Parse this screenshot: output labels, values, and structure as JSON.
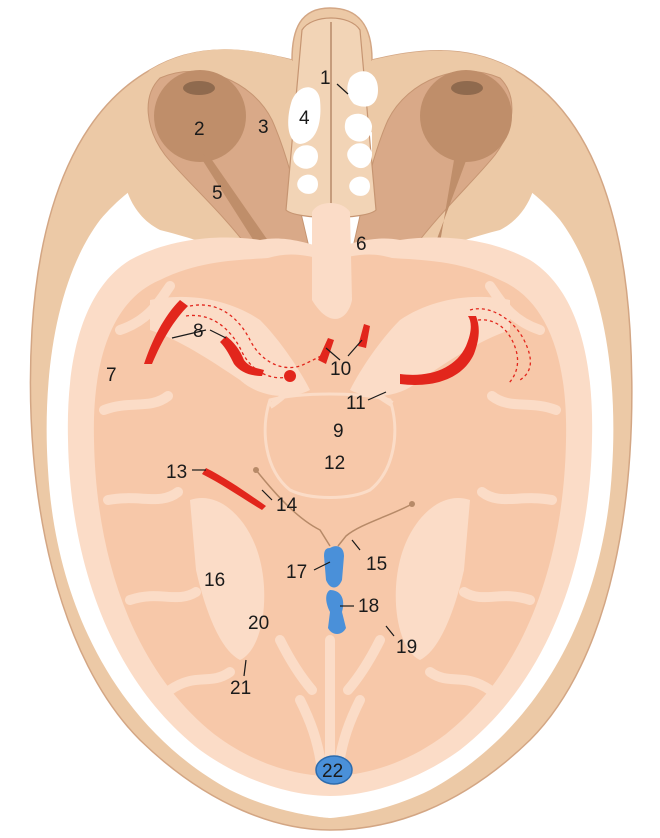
{
  "labels": [
    {
      "id": "l1",
      "text": "1"
    },
    {
      "id": "l2",
      "text": "2"
    },
    {
      "id": "l3",
      "text": "3"
    },
    {
      "id": "l4",
      "text": "4"
    },
    {
      "id": "l5",
      "text": "5"
    },
    {
      "id": "l6",
      "text": "6"
    },
    {
      "id": "l7",
      "text": "7"
    },
    {
      "id": "l8",
      "text": "8"
    },
    {
      "id": "l9",
      "text": "9"
    },
    {
      "id": "l10",
      "text": "10"
    },
    {
      "id": "l11",
      "text": "11"
    },
    {
      "id": "l12",
      "text": "12"
    },
    {
      "id": "l13",
      "text": "13"
    },
    {
      "id": "l14",
      "text": "14"
    },
    {
      "id": "l15",
      "text": "15"
    },
    {
      "id": "l16",
      "text": "16"
    },
    {
      "id": "l17",
      "text": "17"
    },
    {
      "id": "l18",
      "text": "18"
    },
    {
      "id": "l19",
      "text": "19"
    },
    {
      "id": "l20",
      "text": "20"
    },
    {
      "id": "l21",
      "text": "21"
    },
    {
      "id": "l22",
      "text": "22"
    }
  ],
  "colors": {
    "skull": "#ecc9a6",
    "orbit": "#d9a988",
    "eyeball": "#bf8e6a",
    "lens": "#8f6a4e",
    "brain_outer": "#fbdcc7",
    "brain_inner": "#f7c8a9",
    "artery": "#e2261c",
    "ventricle": "#4a90d9",
    "line": "#1a1a1a"
  }
}
